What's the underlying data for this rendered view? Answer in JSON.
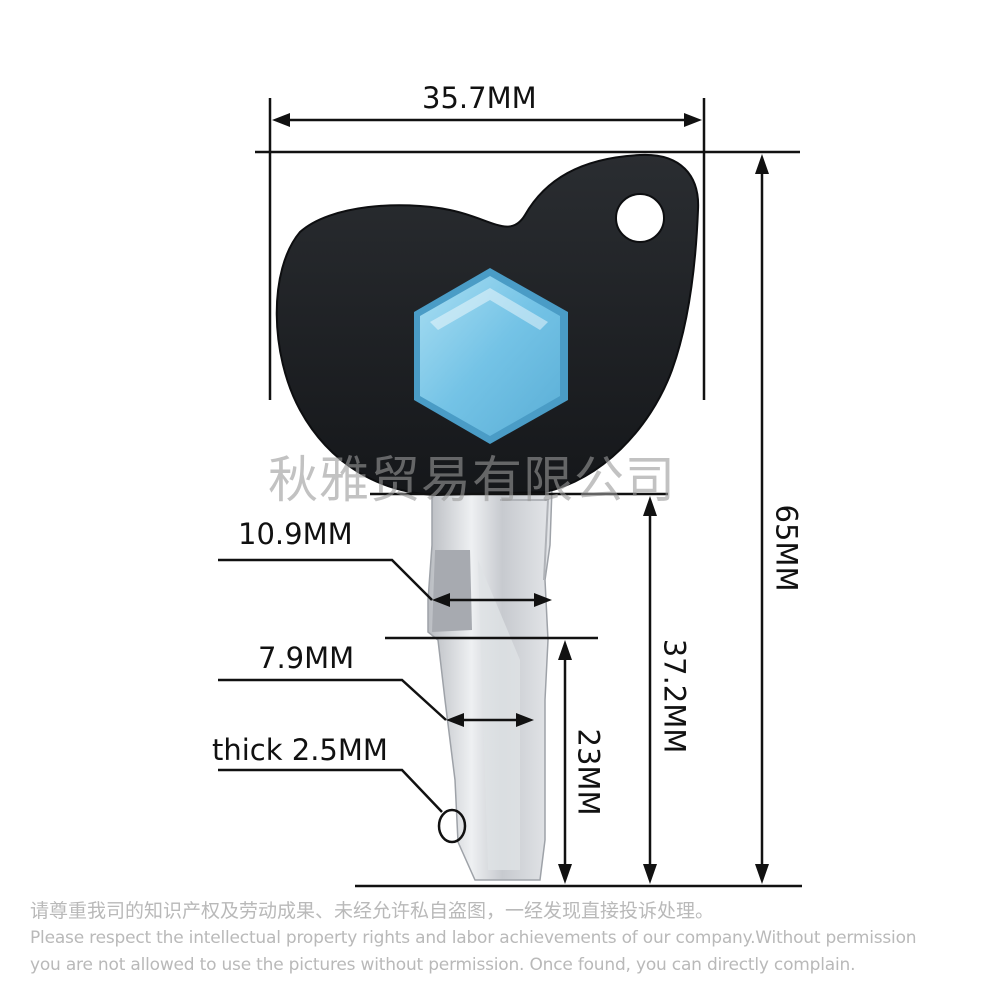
{
  "dimensions": {
    "width": "35.7MM",
    "total_length": "65MM",
    "blade_length": "37.2MM",
    "tip_length": "23MM",
    "shoulder_width": "10.9MM",
    "blade_width": "7.9MM",
    "thickness": "thick  2.5MM"
  },
  "watermark": "秋雅贸易有限公司",
  "notice": {
    "chinese": "请尊重我司的知识产权及劳动成果、未经允许私自盗图，一经发现直接投诉处理。",
    "english_line1": "Please respect the intellectual property rights and labor achievements of our company.Without permission",
    "english_line2": "you are not allowed to use the pictures without permission. Once found, you can directly complain."
  },
  "colors": {
    "key_head": "#1b1d20",
    "hexagon": "#74c3e6",
    "blade": "#cfd2d6",
    "line": "#111111"
  }
}
